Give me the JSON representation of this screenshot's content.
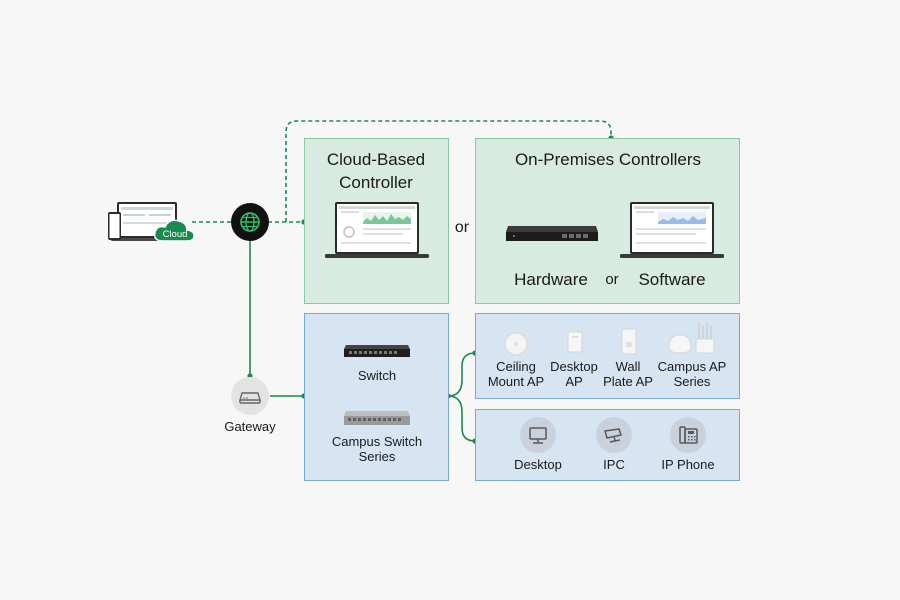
{
  "cloud_label": "Cloud",
  "gateway_label": "Gateway",
  "cloud_controller": {
    "title_line1": "Cloud-Based",
    "title_line2": "Controller"
  },
  "or_between_controllers": "or",
  "onprem": {
    "title": "On-Premises Controllers",
    "hardware": "Hardware",
    "or": "or",
    "software": "Software"
  },
  "switches": {
    "switch": "Switch",
    "campus_line1": "Campus Switch",
    "campus_line2": "Series"
  },
  "aps": [
    {
      "line1": "Ceiling",
      "line2": "Mount AP"
    },
    {
      "line1": "Desktop",
      "line2": "AP"
    },
    {
      "line1": "Wall",
      "line2": "Plate AP"
    },
    {
      "line1": "Campus AP",
      "line2": "Series"
    }
  ],
  "endpoints": [
    "Desktop",
    "IPC",
    "IP Phone"
  ],
  "colors": {
    "connector": "#1a8a4e",
    "green_fill": "#d8ebe0",
    "blue_fill": "#d7e5f3",
    "cloud": "#1a8a4e"
  }
}
